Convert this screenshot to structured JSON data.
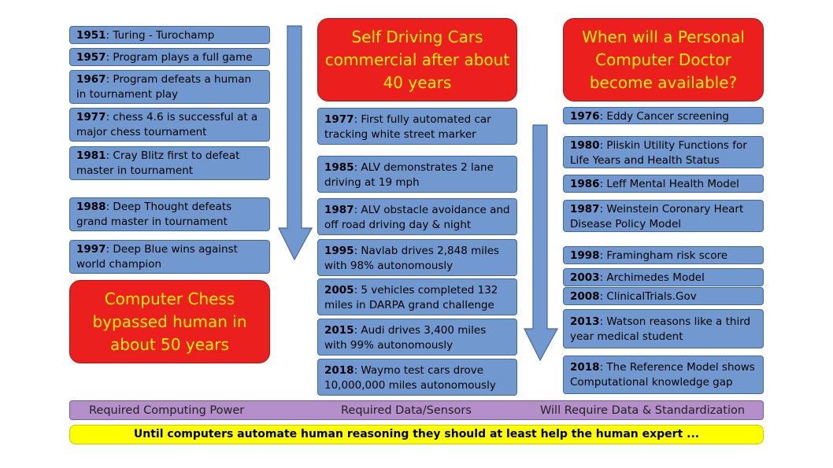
{
  "chess": {
    "items": [
      {
        "year": "1951",
        "text": ": Turing - Turochamp"
      },
      {
        "year": "1957",
        "text": ": Program plays a full game"
      },
      {
        "year": "1967",
        "text": ": Program defeats a human in tournament play"
      },
      {
        "year": "1977",
        "text": ": chess 4.6 is successful at a major chess tournament"
      },
      {
        "year": "1981",
        "text": ":  Cray Blitz first to defeat master in tournament"
      },
      {
        "year": "1988",
        "text": ": Deep Thought defeats grand master in tournament"
      },
      {
        "year": "1997",
        "text": ": Deep Blue wins against world champion"
      }
    ],
    "summary": "Computer Chess bypassed human in about 50 years"
  },
  "cars": {
    "header": "Self Driving Cars commercial after about 40 years",
    "items": [
      {
        "year": "1977",
        "text": ": First fully automated car tracking white street marker"
      },
      {
        "year": "1985",
        "text": ": ALV demonstrates 2 lane driving at 19 mph"
      },
      {
        "year": "1987",
        "text": ": ALV obstacle avoidance and off road driving day & night"
      },
      {
        "year": "1995",
        "text": ": Navlab drives 2,848 miles with 98% autonomously"
      },
      {
        "year": "2005",
        "text": ":  5 vehicles completed 132 miles in DARPA grand challenge"
      },
      {
        "year": "2015",
        "text": ": Audi drives 3,400 miles with 99% autonomously"
      },
      {
        "year": "2018",
        "text": ": Waymo test cars drove 10,000,000 miles autonomously"
      }
    ]
  },
  "doctor": {
    "header": "When will a Personal Computer Doctor become available?",
    "items": [
      {
        "year": "1976",
        "text": ": Eddy Cancer screening"
      },
      {
        "year": "1980",
        "text": ": Pliskin Utility Functions for Life Years and Health Status"
      },
      {
        "year": "1986",
        "text": ": Leff Mental Health Model"
      },
      {
        "year": "1987",
        "text": ": Weinstein Coronary Heart Disease Policy Model"
      },
      {
        "year": "1998",
        "text": ": Framingham risk score"
      },
      {
        "year": "2003",
        "text": ": Archimedes Model"
      },
      {
        "year": "2008",
        "text": ": ClinicalTrials.Gov"
      },
      {
        "year": "2013",
        "text": ": Watson reasons like a third year medical student"
      },
      {
        "year": "2018",
        "text": ": The Reference Model shows Computational knowledge gap"
      }
    ]
  },
  "requirements": {
    "chess": "Required Computing Power",
    "cars": "Required Data/Sensors",
    "doctor": "Will Require Data & Standardization"
  },
  "footer": "Until computers automate human reasoning they should at least help the human expert ...",
  "colors": {
    "box": "#7199cf",
    "red": "#ec1f1f",
    "red_text": "#fff200",
    "purple": "#b48fc9",
    "yellow": "#ffff00"
  }
}
